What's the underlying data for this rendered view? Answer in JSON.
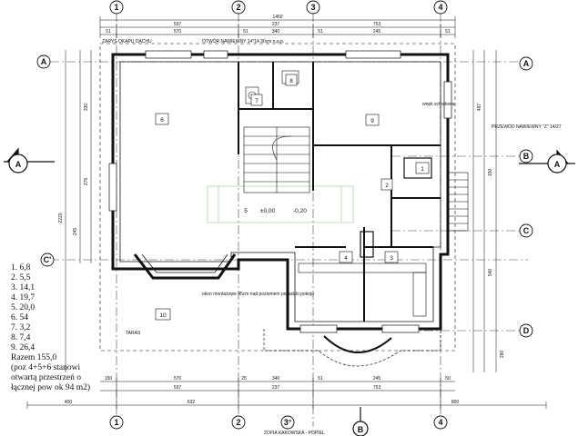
{
  "axes": {
    "top": [
      "1",
      "2",
      "3",
      "4"
    ],
    "bottom": [
      "1",
      "2",
      "3°",
      "4"
    ],
    "left": [
      "A",
      "C'"
    ],
    "right": [
      "A",
      "B",
      "C",
      "D"
    ],
    "section_markers": [
      "A",
      "A",
      "B"
    ]
  },
  "dimensions": {
    "overall_top": "1450",
    "top_row1": [
      "597",
      "237",
      "753"
    ],
    "top_row2": [
      "51",
      "570",
      "51",
      "340",
      "51",
      "245",
      "51"
    ],
    "bottom_row1": [
      "150",
      "570",
      "25",
      "340",
      "51",
      "245",
      "50"
    ],
    "bottom_row2": [
      "597",
      "237",
      "753"
    ],
    "bottom_overall": [
      "400",
      "632",
      "800"
    ],
    "left_side": [
      "330",
      "275",
      "245",
      "2220"
    ],
    "right_side": [
      "487",
      "150",
      "540",
      "290"
    ]
  },
  "annotations": {
    "roof_outline": "ZARYS OKAPU DACHU",
    "chimney": "OTWÓR NAWIEWNY 14*14 30cm n.p.p.",
    "ventilation": "PRZEWÓD NAWIEWNY \"Z\" 14/27",
    "stair_note": "wnęk schodowa",
    "window_note": "okno montażowe 45cm nad poziomem posadzki pokoju",
    "level_main": "±0,00",
    "level_terrace": "-0,20",
    "terrace": "TARAS",
    "street": "ZOFIA KAKOWSKA - POPIEL"
  },
  "rooms": [
    "1",
    "2",
    "3",
    "4",
    "5",
    "6",
    "7",
    "8",
    "9",
    "10"
  ],
  "legend": {
    "items": [
      "1. 6,8",
      "2. 5,5",
      "3. 14,1",
      "4. 19,7",
      "5. 20,0",
      "6. 54",
      "7. 3,2",
      "8. 7,4",
      "9. 26,4"
    ],
    "total": "Razem 155,0",
    "note": "(poz 4+5+6 stanowi otwartą przestrzeń o łącznej pow ok 94 m2)"
  },
  "colors": {
    "line": "#111111",
    "watermark": "#9ccf9c"
  }
}
